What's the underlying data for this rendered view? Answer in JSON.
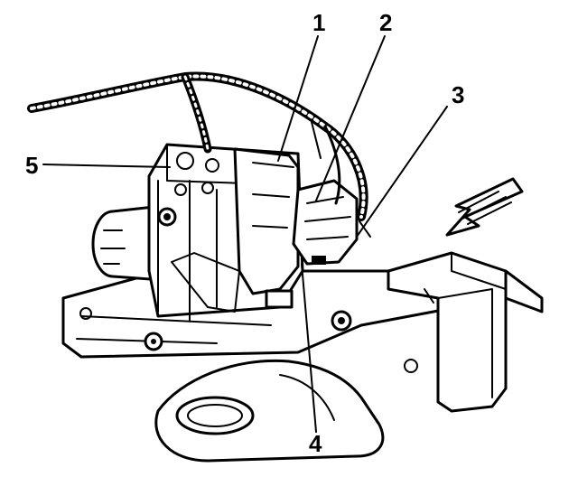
{
  "diagram": {
    "callouts": [
      {
        "id": "1",
        "label": "1"
      },
      {
        "id": "2",
        "label": "2"
      },
      {
        "id": "3",
        "label": "3"
      },
      {
        "id": "4",
        "label": "4"
      },
      {
        "id": "5",
        "label": "5"
      }
    ]
  },
  "colors": {
    "ink": "#000000",
    "paper": "#ffffff"
  }
}
